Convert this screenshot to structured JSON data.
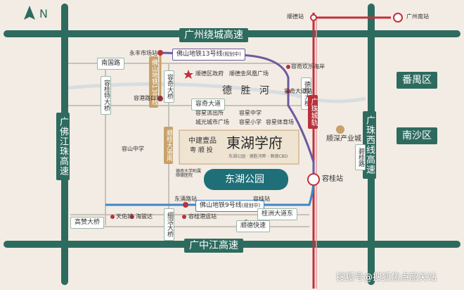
{
  "compass": {
    "north_label": "N"
  },
  "roads": {
    "top": "广州绕城高速",
    "bottom": "广中江高速",
    "left": "广佛江珠高速",
    "right": "广珠西线高速",
    "rong_gui": "容桂特大桥",
    "rong_qi": "容奇大桥",
    "rong_qi_ave": "容奇大道",
    "shun_gui": "顺桂大道南",
    "gao_zan": "高赞大桥",
    "xi_jiao": "细滘大桥",
    "dong_da": "德胜大桥",
    "gui_zhou": "桂洲大道东",
    "bi_gui": "碧桂路",
    "shun_de_kuai": "顺德快速",
    "nan_guo": "南国路"
  },
  "metro": {
    "line13": "佛山地铁13号线",
    "line13_note": "(规划中)",
    "line9": "佛山地铁9号线",
    "line9_note": "(规划中)",
    "rail": "广珠城轨"
  },
  "stations": {
    "shunde": "顺德站",
    "guangzhou_south": "广州南站",
    "ronggui": "容桂站",
    "yongfeng": "永丰市场站",
    "ronggang": "容港路口站",
    "dongyong": "东涌路站",
    "ronggui_metro": "容桂站",
    "rongqi_huan": "容奇欢乐海岸",
    "rongqi_lu": "容奇大道站",
    "tian_you": "天佑城",
    "hai_jun": "海骏达",
    "rong_gui_gang": "容桂港运站",
    "gui_zhou_station": "桂洲大道东"
  },
  "pois": {
    "gov": "顺德区政府",
    "huanong": "顺德金凤凰广场",
    "police": "容星派出所",
    "rz_middle": "容星中学",
    "cg_plaza": "城光城市广场",
    "rz_primary": "容星小学",
    "rz_stadium": "容星体育场",
    "rs_middle": "容山中学",
    "hospital": "德南大学附属顺德医院"
  },
  "district": {
    "panyu": "番禺区",
    "nansha": "南沙区",
    "industry": "顺深产业城",
    "river": "德 胜 河"
  },
  "project": {
    "brand": "中建壹品",
    "developer": "粤 顺 投",
    "name": "東湖学府",
    "sub": "东湖公园 · 德胜河畔 · 顺德CBD"
  },
  "park": {
    "name": "东湖公园"
  },
  "watermark": "搜狐号@搜狐焦点韶关站",
  "colors": {
    "road": "#2e6b5f",
    "metro13": "#6b5aa0",
    "metro9": "#3d87c8",
    "rail": "#c2303a",
    "accent": "#c7a16a"
  }
}
